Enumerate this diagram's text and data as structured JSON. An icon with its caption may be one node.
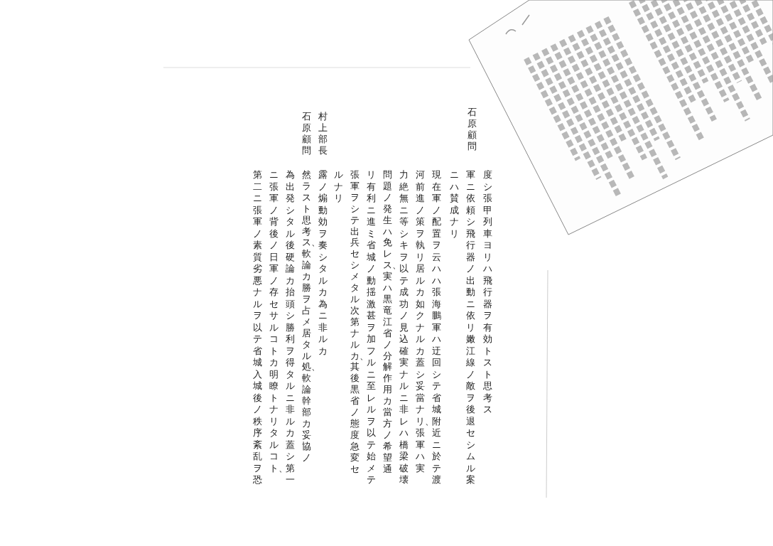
{
  "diagram": {
    "labels": [
      "度シ張甲列車ヨリハ飛行器ヲ有効トスト思考ス",
      "石原顧問",
      "軍ニ依頼シ飛行器ノ出動ニ依リ嫩江線ノ敵ヲ後退セシムル案ニハ賛成ナリ",
      "現在軍ノ配置ヲ云ハハ張海鵬軍ハ迂回シテ省城附近ニ於テ渡河前進ノ策ヲ執リ居ルカ如クナルカ蓋シ妥當ナリ、張軍ハ実力絶無ニ等シキヲ以テ成功ノ見込確実ナルニ非レハ橋梁破壊問題ノ発生ハ免レス、実ハ黒竜江省ノ分解作用カ當方ノ希望通リ有利ニ進ミ省城ノ動揺激甚ヲ加フルニ至レルヲ以テ始メテ張軍ヲシテ出兵セシメタル次第ナルカ、其後黒省ノ態度急変セルナリ",
      "村上部長",
      "露ノ煽動効ヲ奏シタルカ為ニ非ルカ",
      "石原顧問",
      "然ラスト思考ス、軟論カ勝ヲ占メ居タル処、軟論幹部カ妥協ノ為出発シタル後硬論カ抬頭シ勝利ヲ得タルニ非ルカ蓋シ第一ニ張軍ノ背後ノ日軍ノ存セサルコトカ明瞭トナリタルコト、第二ニ張軍ノ素質劣悪ナルヲ以テ省城入城後ノ秩序紊乱ヲ恐"
    ]
  }
}
